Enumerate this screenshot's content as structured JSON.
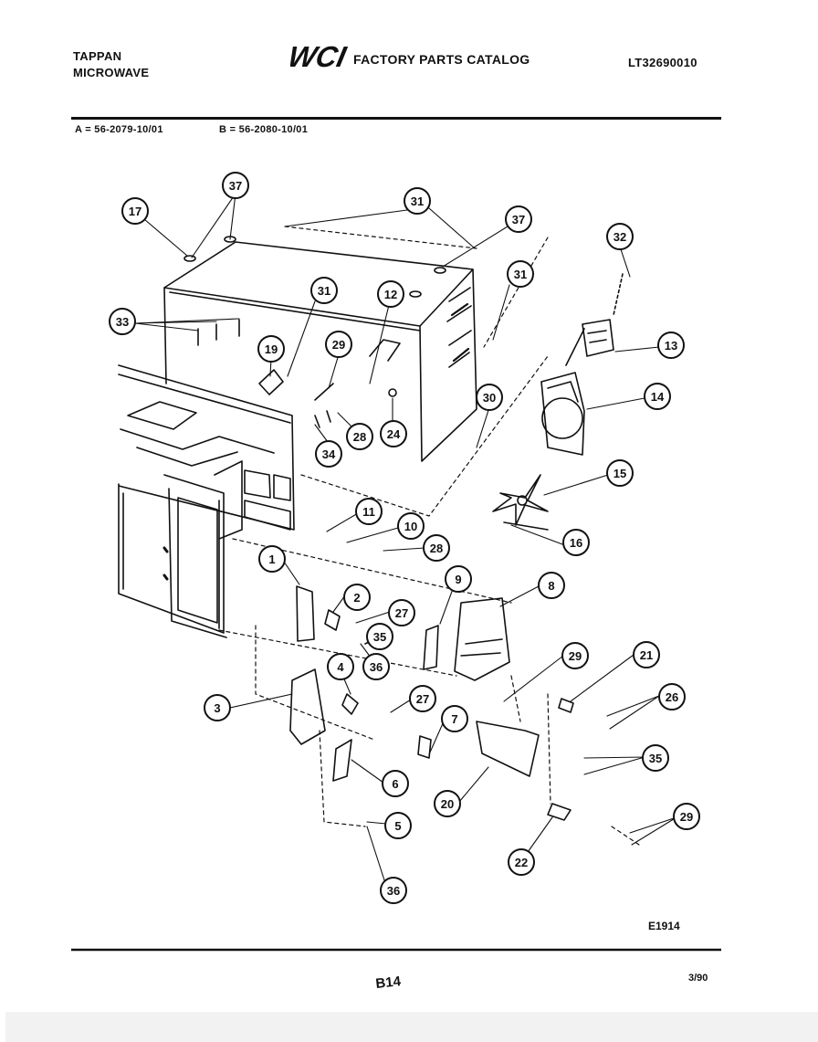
{
  "header": {
    "brand_line1": "TAPPAN",
    "brand_line2": "MICROWAVE",
    "logo_text": "WCI",
    "catalog_title": "FACTORY PARTS CATALOG",
    "model_number": "LT32690010"
  },
  "model_key": {
    "a": "A = 56-2079-10/01",
    "b": "B = 56-2080-10/01"
  },
  "callouts": [
    {
      "id": "c37a",
      "label": "37"
    },
    {
      "id": "c17",
      "label": "17"
    },
    {
      "id": "c31a",
      "label": "31"
    },
    {
      "id": "c37b",
      "label": "37"
    },
    {
      "id": "c32",
      "label": "32"
    },
    {
      "id": "c33",
      "label": "33"
    },
    {
      "id": "c31b",
      "label": "31"
    },
    {
      "id": "c12",
      "label": "12"
    },
    {
      "id": "c31c",
      "label": "31"
    },
    {
      "id": "c19",
      "label": "19"
    },
    {
      "id": "c29a",
      "label": "29"
    },
    {
      "id": "c13",
      "label": "13"
    },
    {
      "id": "c14",
      "label": "14"
    },
    {
      "id": "c30",
      "label": "30"
    },
    {
      "id": "c28a",
      "label": "28"
    },
    {
      "id": "c24",
      "label": "24"
    },
    {
      "id": "c34",
      "label": "34"
    },
    {
      "id": "c15",
      "label": "15"
    },
    {
      "id": "c11",
      "label": "11"
    },
    {
      "id": "c10",
      "label": "10"
    },
    {
      "id": "c16",
      "label": "16"
    },
    {
      "id": "c28b",
      "label": "28"
    },
    {
      "id": "c1",
      "label": "1"
    },
    {
      "id": "c9",
      "label": "9"
    },
    {
      "id": "c8",
      "label": "8"
    },
    {
      "id": "c2",
      "label": "2"
    },
    {
      "id": "c27a",
      "label": "27"
    },
    {
      "id": "c35a",
      "label": "35"
    },
    {
      "id": "c36a",
      "label": "36"
    },
    {
      "id": "c29b",
      "label": "29"
    },
    {
      "id": "c21",
      "label": "21"
    },
    {
      "id": "c4",
      "label": "4"
    },
    {
      "id": "c3",
      "label": "3"
    },
    {
      "id": "c27b",
      "label": "27"
    },
    {
      "id": "c26",
      "label": "26"
    },
    {
      "id": "c7",
      "label": "7"
    },
    {
      "id": "c35b",
      "label": "35"
    },
    {
      "id": "c6",
      "label": "6"
    },
    {
      "id": "c20",
      "label": "20"
    },
    {
      "id": "c5",
      "label": "5"
    },
    {
      "id": "c29c",
      "label": "29"
    },
    {
      "id": "c22",
      "label": "22"
    },
    {
      "id": "c36b",
      "label": "36"
    }
  ],
  "diagram_code": "E1914",
  "footer": {
    "page_code": "B14",
    "date": "3/90"
  }
}
